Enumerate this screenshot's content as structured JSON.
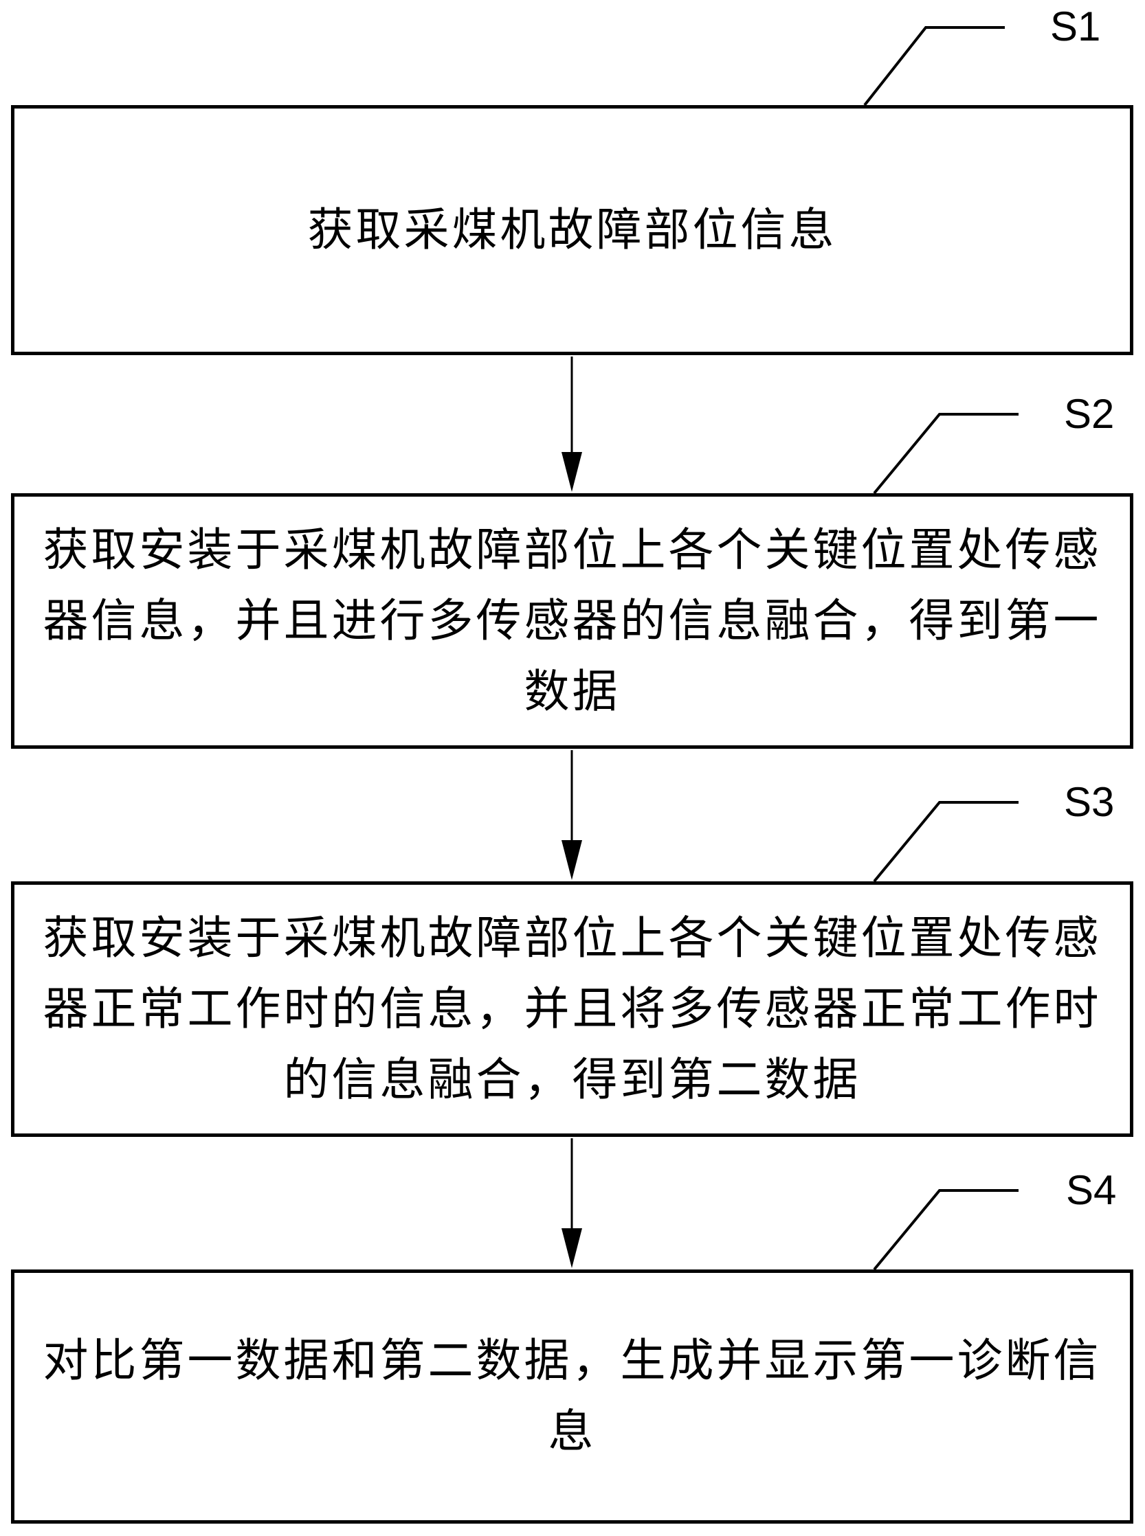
{
  "figure_type": "flowchart",
  "colors": {
    "background": "#ffffff",
    "line": "#000000",
    "text": "#000000"
  },
  "steps": [
    {
      "label": "S1",
      "lines": [
        "获取采煤机故障部位信息"
      ]
    },
    {
      "label": "S2",
      "lines": [
        "获取安装于采煤机故障部位上各个关键位置处传感",
        "器信息，并且进行多传感器的信息融合，得到第一",
        "数据"
      ]
    },
    {
      "label": "S3",
      "lines": [
        "获取安装于采煤机故障部位上各个关键位置处传感",
        "器正常工作时的信息，并且将多传感器正常工作时",
        "的信息融合，得到第二数据"
      ]
    },
    {
      "label": "S4",
      "lines": [
        "对比第一数据和第二数据，生成并显示第一诊断信",
        "息"
      ]
    }
  ]
}
